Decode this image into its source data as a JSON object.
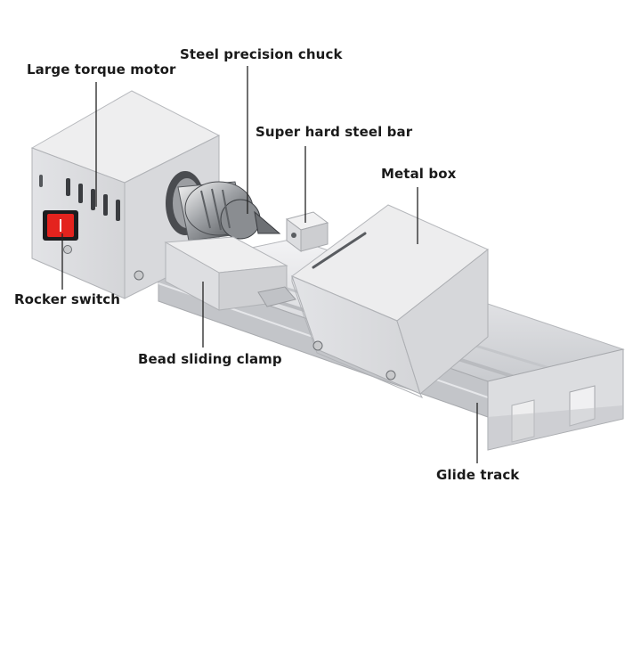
{
  "diagram": {
    "labels": {
      "motor": "Large torque motor",
      "chuck": "Steel precision chuck",
      "bar": "Super hard steel bar",
      "metal_box": "Metal box",
      "rocker": "Rocker switch",
      "clamp": "Bead sliding clamp",
      "glide": "Glide track"
    },
    "colors": {
      "metal_light": "#eeeeef",
      "metal_mid": "#d2d3d6",
      "metal_dark": "#a9abb0",
      "switch_red": "#e4231e",
      "leader": "#222222"
    }
  }
}
